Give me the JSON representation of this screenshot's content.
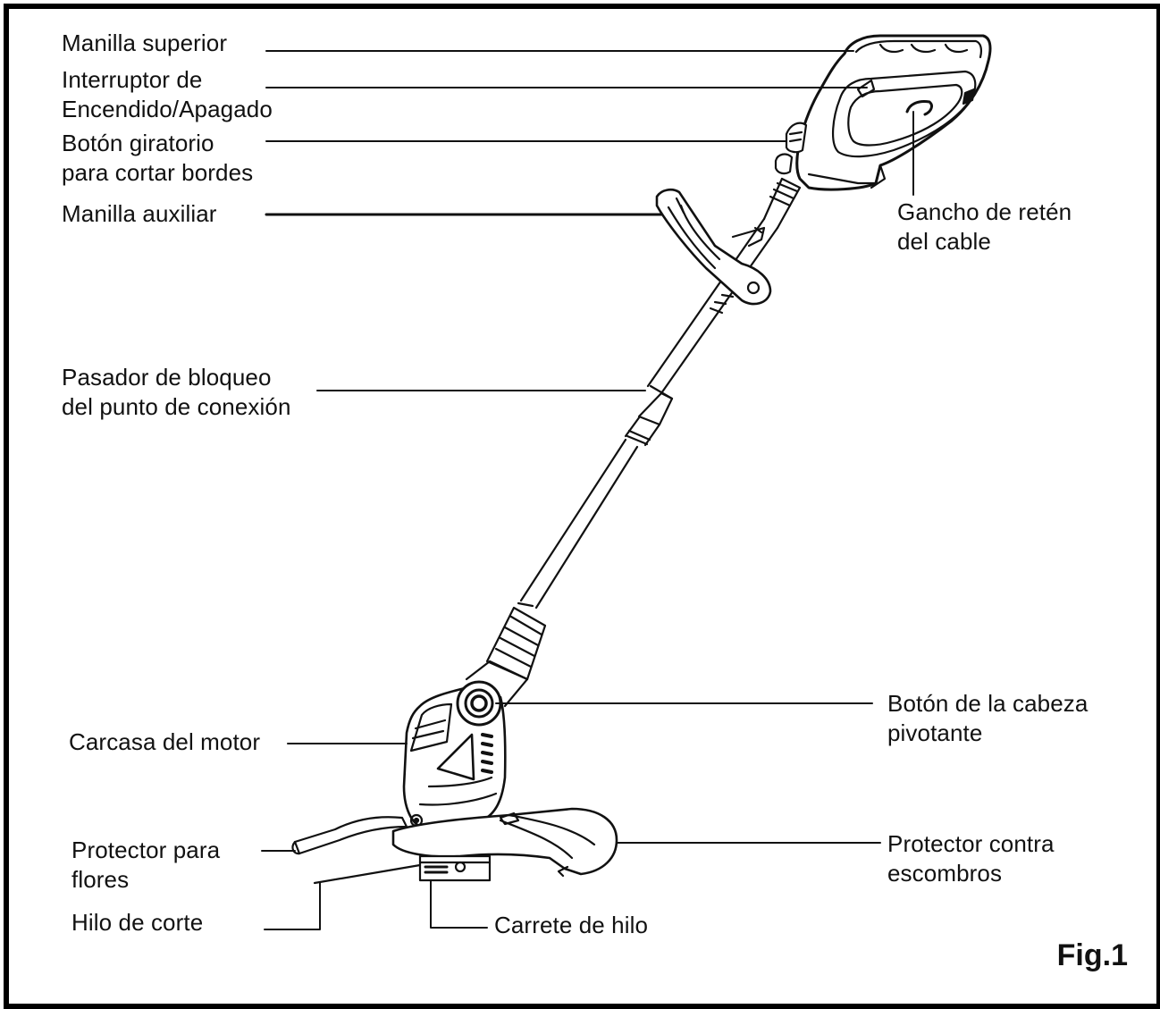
{
  "labels": {
    "manilla_superior": "Manilla superior",
    "interruptor": "Interruptor de\nEncendido/Apagado",
    "boton_giratorio": "Botón giratorio\npara cortar bordes",
    "manilla_auxiliar": "Manilla auxiliar",
    "gancho": "Gancho de retén\ndel cable",
    "pasador": "Pasador de bloqueo\ndel punto de conexión",
    "boton_cabeza": "Botón de la cabeza\npivotante",
    "carcasa": "Carcasa del motor",
    "protector_flores": "Protector para\nflores",
    "protector_escombros": "Protector contra\nescombros",
    "hilo": "Hilo de corte",
    "carrete": "Carrete de hilo"
  },
  "figure_label": "Fig.1"
}
